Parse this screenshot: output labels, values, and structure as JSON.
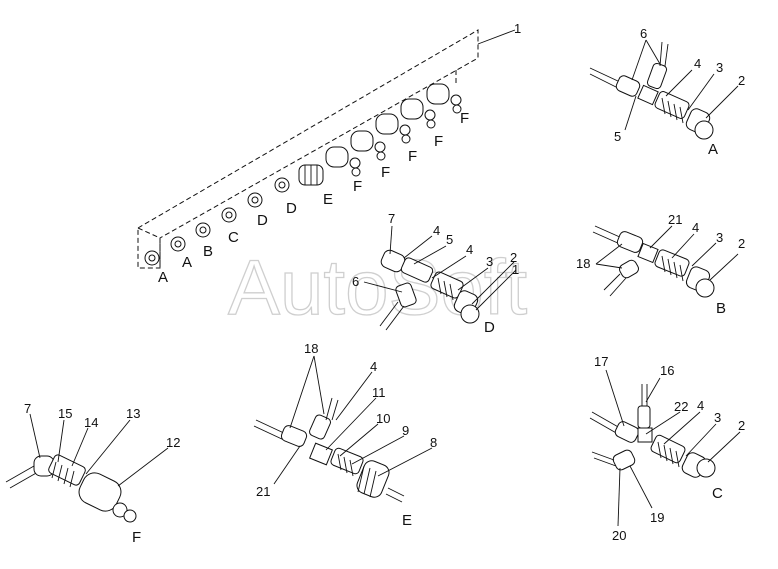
{
  "watermark": "AutoSoft",
  "callouts": {
    "top": [
      "1"
    ],
    "rail": [
      "A",
      "A",
      "B",
      "C",
      "D",
      "D",
      "E",
      "F",
      "F",
      "F",
      "F",
      "F"
    ],
    "a": [
      "6",
      "4",
      "3",
      "2",
      "5",
      "A"
    ],
    "b": [
      "21",
      "4",
      "3",
      "2",
      "18",
      "B"
    ],
    "d": [
      "7",
      "4",
      "5",
      "4",
      "3",
      "2",
      "1",
      "6",
      "D"
    ],
    "f": [
      "7",
      "15",
      "14",
      "13",
      "12",
      "F"
    ],
    "e": [
      "18",
      "4",
      "11",
      "10",
      "9",
      "8",
      "21",
      "E"
    ],
    "c": [
      "17",
      "16",
      "22",
      "4",
      "3",
      "2",
      "20",
      "19",
      "C"
    ]
  },
  "colors": {
    "ink": "#111111",
    "watermark": "#cfcfcf",
    "background": "#ffffff"
  }
}
